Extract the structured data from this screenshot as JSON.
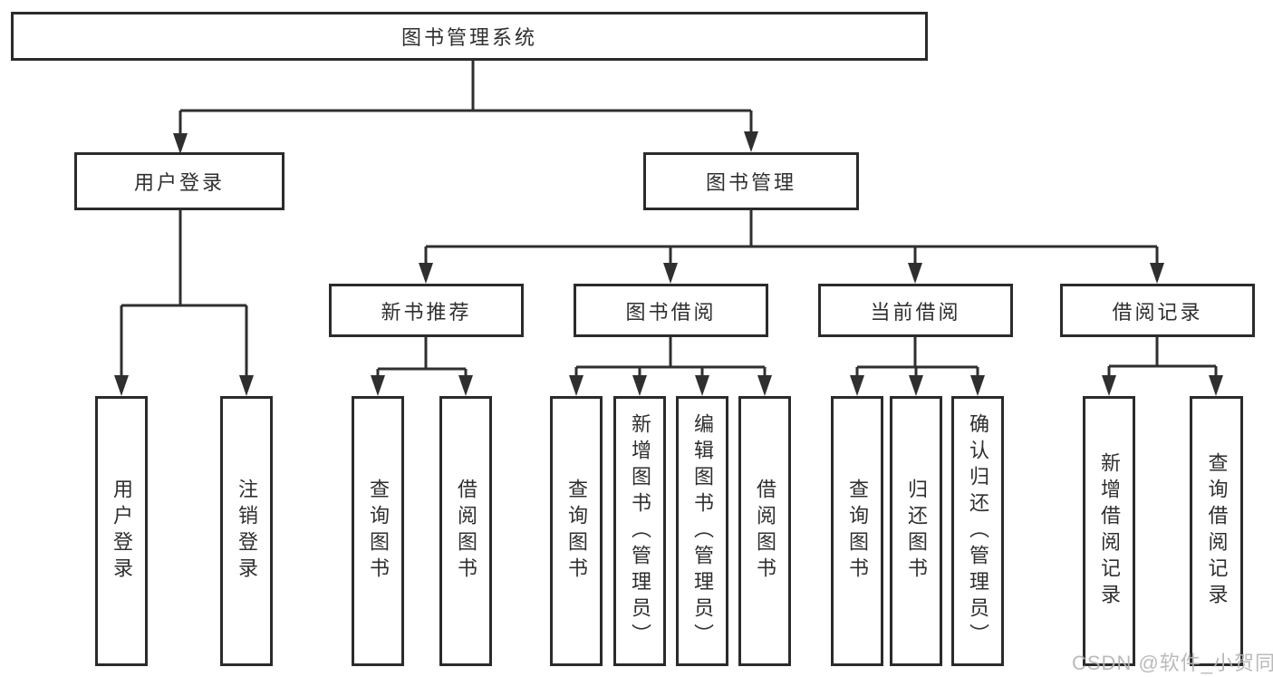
{
  "diagram": {
    "tree": {
      "root": {
        "label": "图书管理系统"
      },
      "branches": [
        {
          "label": "用户登录",
          "children": [
            {
              "label": "用户登录"
            },
            {
              "label": "注销登录"
            }
          ]
        },
        {
          "label": "图书管理",
          "groups": [
            {
              "label": "新书推荐",
              "children": [
                {
                  "label": "查询图书"
                },
                {
                  "label": "借阅图书"
                }
              ]
            },
            {
              "label": "图书借阅",
              "children": [
                {
                  "label": "查询图书"
                },
                {
                  "label": "新增图书（管理员）"
                },
                {
                  "label": "编辑图书（管理员）"
                },
                {
                  "label": "借阅图书"
                }
              ]
            },
            {
              "label": "当前借阅",
              "children": [
                {
                  "label": "查询图书"
                },
                {
                  "label": "归还图书"
                },
                {
                  "label": "确认归还（管理员）"
                }
              ]
            },
            {
              "label": "借阅记录",
              "children": [
                {
                  "label": "新增借阅记录"
                },
                {
                  "label": "查询借阅记录"
                }
              ]
            }
          ]
        }
      ]
    },
    "colors": {
      "line": "#2f2f2f",
      "box_border": "#2b2b2b",
      "box_background": "#ffffff",
      "text": "#2f2f2f",
      "page_background": "#ffffff",
      "watermark": "#b5b5b5"
    }
  },
  "watermark": {
    "text": "CSDN @软件_小贺同学"
  }
}
